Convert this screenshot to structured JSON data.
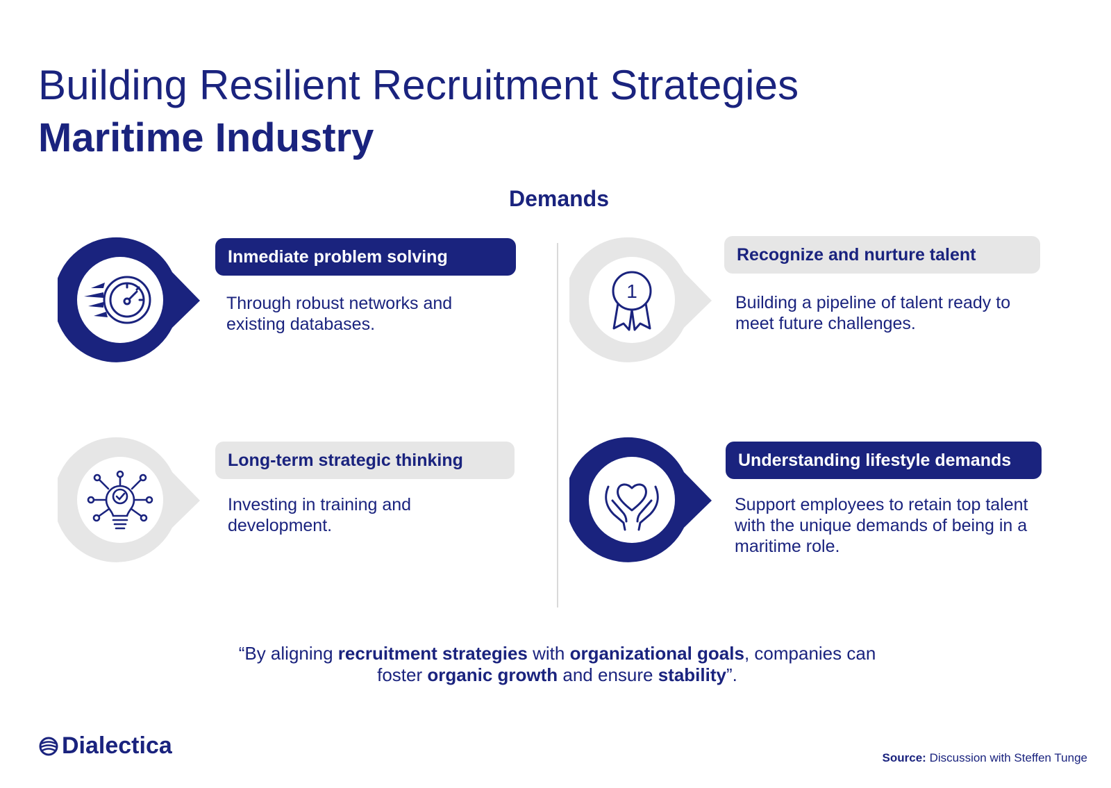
{
  "header": {
    "title": "Building Resilient Recruitment Strategies",
    "subtitle": "Maritime Industry"
  },
  "section": {
    "heading": "Demands"
  },
  "colors": {
    "primary": "#1a237e",
    "muted": "#e6e6e6",
    "background": "#ffffff"
  },
  "cards": [
    {
      "title": "Inmediate problem solving",
      "description": "Through robust networks and existing databases.",
      "icon": "speedometer-icon",
      "style": "dark"
    },
    {
      "title": "Recognize and nurture talent",
      "description": "Building a pipeline of talent ready to meet future challenges.",
      "icon": "award-medal-icon",
      "badge_number": "1",
      "style": "light"
    },
    {
      "title": "Long-term strategic thinking",
      "description": "Investing in training and development.",
      "icon": "lightbulb-network-icon",
      "style": "light"
    },
    {
      "title": "Understanding lifestyle demands",
      "description": "Support employees to retain top talent with the unique demands of being in a maritime role.",
      "icon": "heart-hands-icon",
      "style": "dark"
    }
  ],
  "quote": {
    "p1": "“By aligning ",
    "b1": "recruitment strategies",
    "p2": " with ",
    "b2": "organizational goals",
    "p3": ", companies can foster ",
    "b3": "organic growth",
    "p4": " and ensure ",
    "b4": "stability",
    "p5": "”."
  },
  "footer": {
    "logo_text": "Dialectica",
    "source_label": "Source:",
    "source_text": "Discussion with Steffen Tunge"
  }
}
